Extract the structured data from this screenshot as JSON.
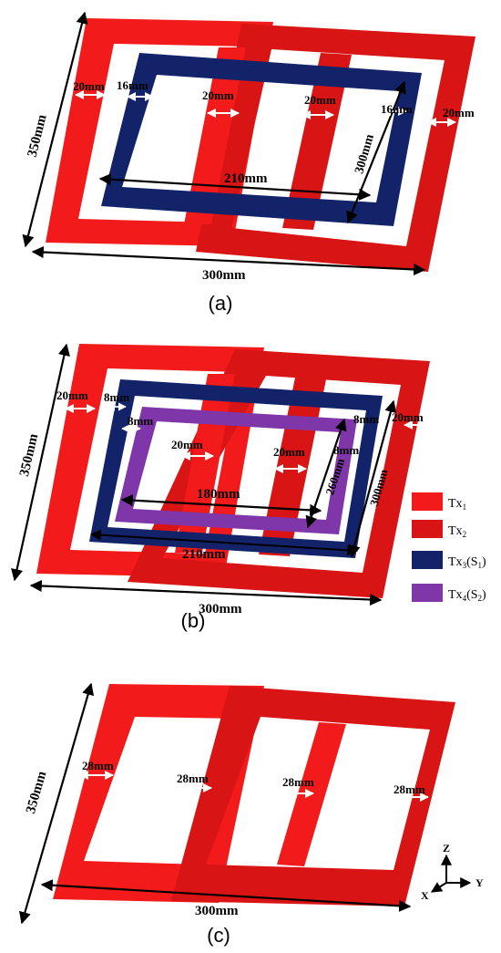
{
  "colors": {
    "tx1": "#f21a1a",
    "tx2": "#d81414",
    "tx3": "#13236a",
    "tx4": "#7f36a8",
    "arrow": "#000000",
    "white_arrow": "#ffffff"
  },
  "panel_a": {
    "caption": "(a)",
    "dims": {
      "h350": "350mm",
      "w300": "300mm",
      "g20_left": "20mm",
      "g16_left": "16mm",
      "g20_mid1": "20mm",
      "g20_mid2": "20mm",
      "g16_right": "16mm",
      "g20_right": "20mm",
      "w210": "210mm",
      "h300": "300mm"
    }
  },
  "panel_b": {
    "caption": "(b)",
    "dims": {
      "h350": "350mm",
      "w300": "300mm",
      "g20_left": "20mm",
      "g8_left1": "8mm",
      "g8_left2": "8mm",
      "g20_mid1": "20mm",
      "g20_mid2": "20mm",
      "g8_right1": "8mm",
      "g8_right2": "8mm",
      "g20_right": "20mm",
      "w180": "180mm",
      "h260": "260mm",
      "h300": "300mm",
      "w210": "210mm"
    },
    "legend": [
      {
        "base": "Tx",
        "sub": "1",
        "suffix": "",
        "suffix_sub": "",
        "close": "",
        "color_key": "tx1"
      },
      {
        "base": "Tx",
        "sub": "2",
        "suffix": "",
        "suffix_sub": "",
        "close": "",
        "color_key": "tx2"
      },
      {
        "base": "Tx",
        "sub": "3",
        "suffix": "(S",
        "suffix_sub": "1",
        "close": ")",
        "color_key": "tx3"
      },
      {
        "base": "Tx",
        "sub": "4",
        "suffix": "(S",
        "suffix_sub": "2",
        "close": ")",
        "color_key": "tx4"
      }
    ]
  },
  "panel_c": {
    "caption": "(c)",
    "dims": {
      "h350": "350mm",
      "w300": "300mm",
      "g28_1": "28mm",
      "g28_2": "28mm",
      "g28_3": "28mm",
      "g28_4": "28mm"
    },
    "axes": {
      "z": "Z",
      "x": "X",
      "y": "Y"
    }
  }
}
